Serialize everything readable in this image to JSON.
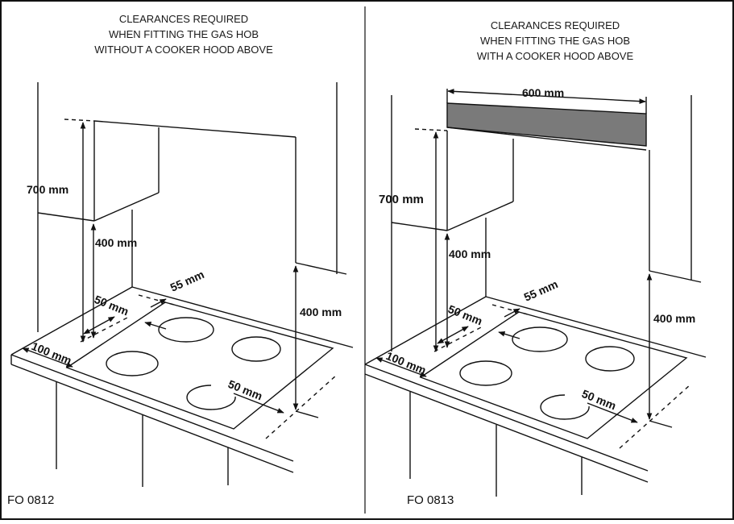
{
  "panels": [
    {
      "title_lines": [
        "CLEARANCES REQUIRED",
        "WHEN FITTING THE GAS HOB",
        "WITHOUT A COOKER HOOD ABOVE"
      ],
      "code": "FO 0812",
      "labels": {
        "upper_height": "700 mm",
        "cabinet_gap": "400 mm",
        "side_height": "400 mm",
        "back_gap": "55 mm",
        "left_gap": "50 mm",
        "front_left": "100 mm",
        "right_gap": "50 mm"
      }
    },
    {
      "title_lines": [
        "CLEARANCES REQUIRED",
        "WHEN FITTING THE GAS HOB",
        "WITH A COOKER HOOD ABOVE"
      ],
      "code": "FO 0813",
      "labels": {
        "hood_width": "600 mm",
        "upper_height": "700 mm",
        "cabinet_gap": "400 mm",
        "side_height": "400 mm",
        "back_gap": "55 mm",
        "left_gap": "50 mm",
        "front_left": "100 mm",
        "right_gap": "50 mm"
      }
    }
  ],
  "colors": {
    "line": "#111111",
    "hood": "#7a7a7a"
  }
}
